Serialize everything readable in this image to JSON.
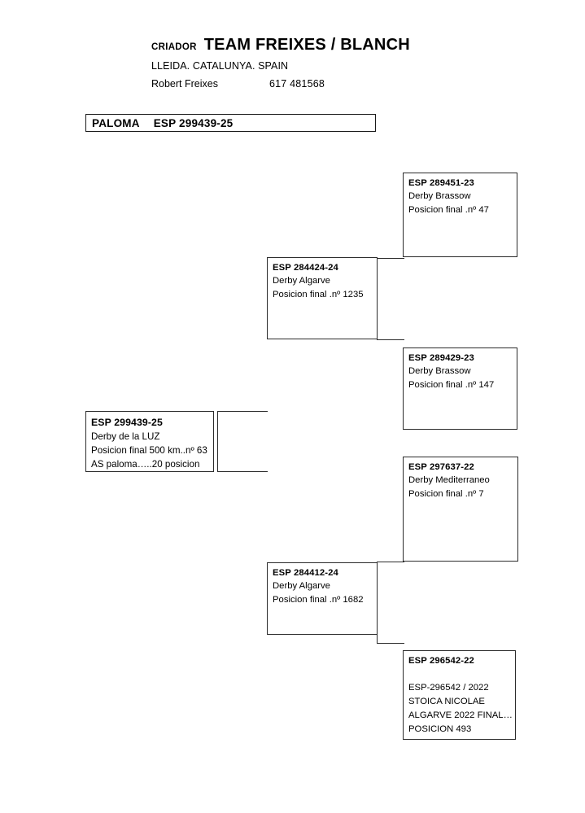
{
  "header": {
    "criador_label": "CRIADOR",
    "team_name": "TEAM FREIXES / BLANCH",
    "location": "LLEIDA. CATALUNYA. SPAIN",
    "owner": "Robert Freixes",
    "phone": "617 481568"
  },
  "paloma_bar": {
    "label": "PALOMA",
    "ring": "ESP 299439-25"
  },
  "pedigree": {
    "subject": {
      "id": "ESP 299439-25",
      "lines": [
        "Derby de la LUZ",
        "Posicion final 500 km..nº 63",
        "AS paloma…..20 posicion"
      ]
    },
    "sire": {
      "id": "ESP 284424-24",
      "lines": [
        "Derby Algarve",
        "Posicion final .nº 1235"
      ]
    },
    "sire_sire": {
      "id": "ESP 289451-23",
      "lines": [
        "Derby Brassow",
        "Posicion final .nº 47"
      ]
    },
    "sire_dam": {
      "id": "ESP 289429-23",
      "lines": [
        "Derby Brassow",
        "Posicion final .nº 147"
      ]
    },
    "dam": {
      "id": "ESP 284412-24",
      "lines": [
        "Derby Algarve",
        "Posicion final .nº 1682"
      ]
    },
    "dam_sire": {
      "id": "ESP 297637-22",
      "lines": [
        "Derby Mediterraneo",
        "Posicion final .nº 7"
      ]
    },
    "dam_dam": {
      "id": "ESP 296542-22",
      "lines": [
        "ESP-296542 / 2022",
        "STOICA NICOLAE",
        "ALGARVE 2022 FINAL…",
        "POSICION 493"
      ]
    }
  },
  "colors": {
    "line": "#2b2b2b",
    "text": "#000000",
    "background": "#ffffff"
  }
}
